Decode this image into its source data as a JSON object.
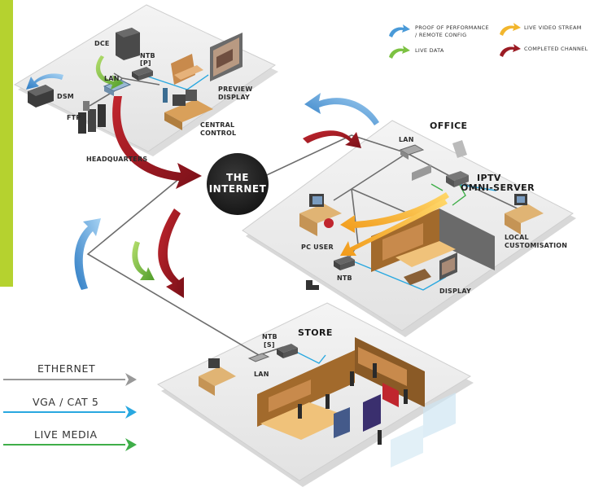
{
  "legend": {
    "proof_of_performance": "PROOF OF PERFORMANCE",
    "proof_of_performance_2": "/ REMOTE CONFIG",
    "live_video_stream": "LIVE VIDEO STREAM",
    "live_data": "LIVE DATA",
    "completed_channel": "COMPLETED CHANNEL",
    "colors": {
      "proof": "#4a9ad8",
      "live_video": "#f2b62d",
      "live_data": "#7cc242",
      "completed": "#9b1c24"
    }
  },
  "bottom_legend": {
    "ethernet": "ETHERNET",
    "vga": "VGA / CAT 5",
    "live_media": "LIVE MEDIA",
    "colors": {
      "ethernet": "#999999",
      "vga": "#29a8e0",
      "live_media": "#3fae49"
    }
  },
  "hq": {
    "title": "HEADQUARTERS",
    "dce": "DCE",
    "ntb_p_1": "NTB",
    "ntb_p_2": "[P]",
    "lan": "LAN",
    "dsm": "DSM",
    "ftp": "FTP",
    "preview_1": "PREVIEW",
    "preview_2": "DISPLAY",
    "control_1": "CENTRAL",
    "control_2": "CONTROL"
  },
  "internet": {
    "line1": "THE",
    "line2": "INTERNET"
  },
  "office": {
    "title": "OFFICE",
    "lan": "LAN",
    "iptv": "IPTV",
    "omni": "OMNI-SERVER",
    "pc_user": "PC USER",
    "ntb": "NTB",
    "display": "DISPLAY",
    "local_1": "LOCAL",
    "local_2": "CUSTOMISATION"
  },
  "store": {
    "title": "STORE",
    "ntb_1": "NTB",
    "ntb_2": "[S]",
    "lan": "LAN"
  },
  "accent": "#b5d22f"
}
